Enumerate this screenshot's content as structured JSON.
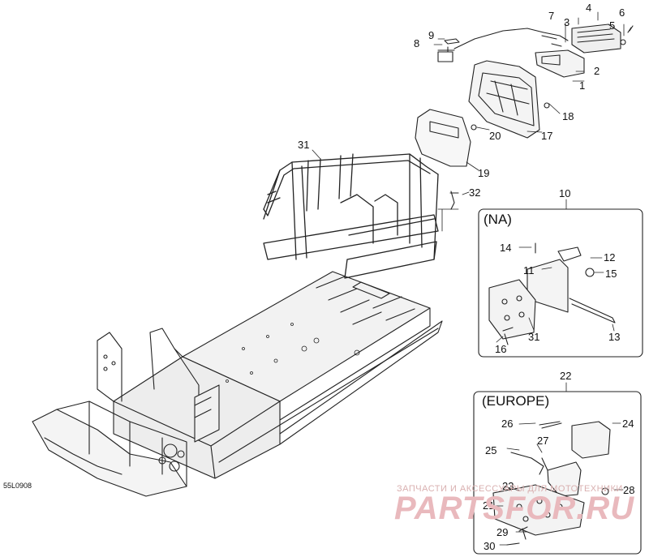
{
  "diagram": {
    "code": "55L0908",
    "boxes": {
      "na": {
        "ref": "10",
        "title": "(NA)"
      },
      "europe": {
        "ref": "22",
        "title": "(EUROPE)"
      }
    },
    "callouts": {
      "c1": "1",
      "c2": "2",
      "c3": "3",
      "c4": "4",
      "c5": "5",
      "c6": "6",
      "c7": "7",
      "c8": "8",
      "c9": "9",
      "c17": "17",
      "c18": "18",
      "c19": "19",
      "c20": "20",
      "c31": "31",
      "c32": "32",
      "na11": "11",
      "na12": "12",
      "na13": "13",
      "na14": "14",
      "na15": "15",
      "na16": "16",
      "na31": "31",
      "eu21": "21",
      "eu23": "23",
      "eu24": "24",
      "eu25": "25",
      "eu26": "26",
      "eu27": "27",
      "eu28": "28",
      "eu29": "29",
      "eu30": "30"
    }
  },
  "watermark": {
    "tagline": "ЗАПЧАСТИ И АКСЕССУАРЫ ДЛЯ МОТОТЕХНИКИ",
    "brand": "PARTSFOR.RU"
  }
}
